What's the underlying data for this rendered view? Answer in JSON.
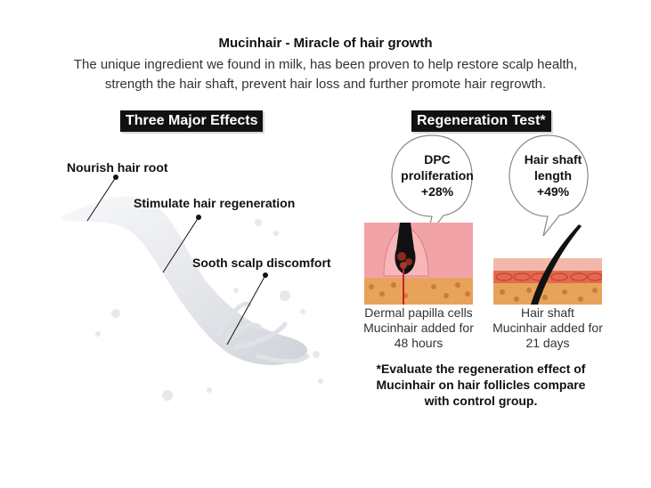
{
  "header": {
    "title": "Mucinhair - Miracle of hair growth",
    "intro_line1": "The unique ingredient we found in milk, has been proven to help restore scalp health,",
    "intro_line2": "strength the hair shaft, prevent hair loss and further promote hair regrowth."
  },
  "effects": {
    "heading": "Three Major Effects",
    "items": [
      "Nourish hair root",
      "Stimulate hair regeneration",
      "Sooth scalp discomfort"
    ]
  },
  "regeneration": {
    "heading": "Regeneration Test*",
    "left": {
      "bubble_line1": "DPC",
      "bubble_line2": "proliferation",
      "bubble_value": "+28%",
      "caption_line1": "Dermal papilla cells",
      "caption_line2": "Mucinhair added for",
      "caption_line3": "48 hours"
    },
    "right": {
      "bubble_line1": "Hair shaft",
      "bubble_line2": "length",
      "bubble_value": "+49%",
      "caption_line1": "Hair shaft",
      "caption_line2": "Mucinhair added for",
      "caption_line3": "21 days"
    },
    "note_line1": "*Evaluate the regeneration effect of",
    "note_line2": "Mucinhair on hair follicles compare",
    "note_line3": "with control group."
  },
  "colors": {
    "tag_bg": "#111111",
    "milk": "#e9ebef",
    "skin_pink": "#f2a3a6",
    "tissue_orange": "#e8a35a",
    "hair": "#111111"
  }
}
